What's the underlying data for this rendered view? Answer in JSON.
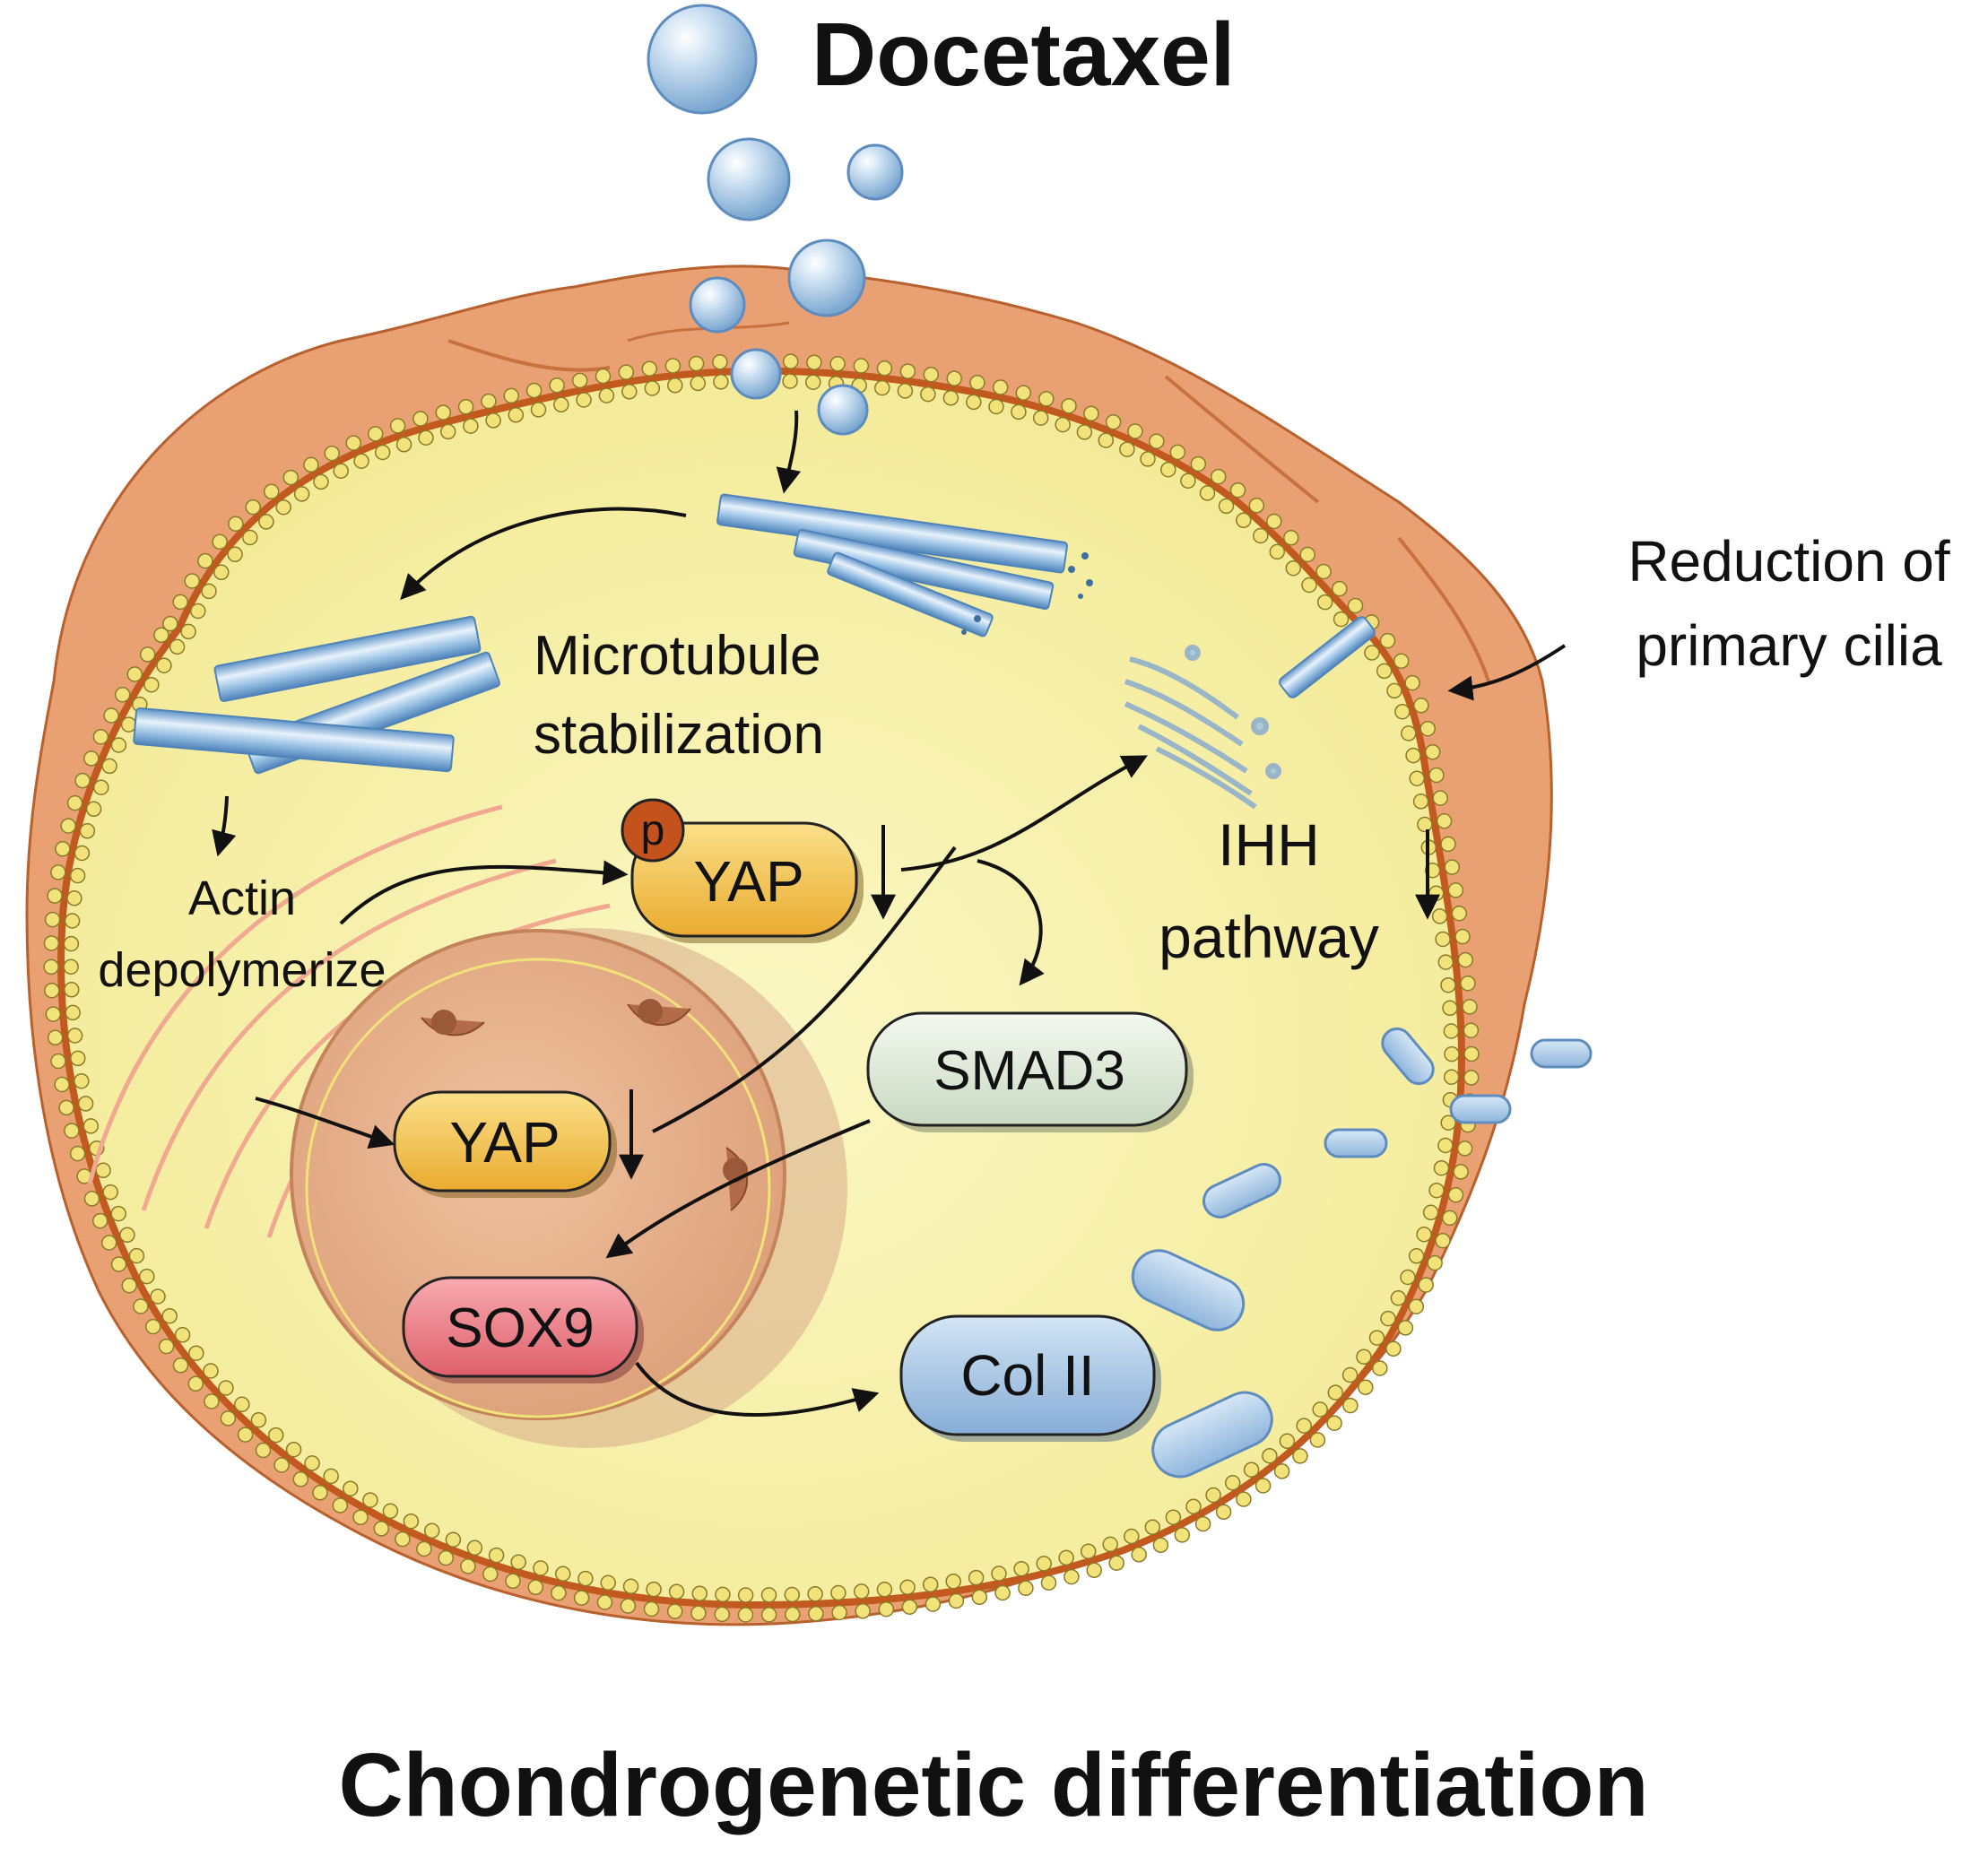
{
  "title": "Docetaxel",
  "footer": "Chondrogenetic differentiation",
  "labels": {
    "microtubule_line1": "Microtubule",
    "microtubule_line2": "stabilization",
    "actin_line1": "Actin",
    "actin_line2": "depolymerize",
    "ihh_line1": "IHH",
    "ihh_line2": "pathway",
    "cilia_line1": "Reduction of",
    "cilia_line2": "primary cilia"
  },
  "nodes": {
    "yap_cyto": "YAP",
    "phospho": "p",
    "yap_nuc": "YAP",
    "smad3": "SMAD3",
    "sox9": "SOX9",
    "col2": "Col II"
  },
  "colors": {
    "drug_blue": "#a9c9e6",
    "cytoplasm": "#f7f2a8",
    "cell_outer": "#e9a174",
    "membrane_bead": "#f2e27a",
    "membrane_line": "#c2591f",
    "nucleus": "#e8b48e",
    "yap": "#f3c24e",
    "phospho": "#c4521c",
    "smad3": "#dfe9d8",
    "sox9": "#ec7e86",
    "col2": "#a9c6e4",
    "actin": "#f0a890",
    "microtubule": "#8fbbe0"
  }
}
